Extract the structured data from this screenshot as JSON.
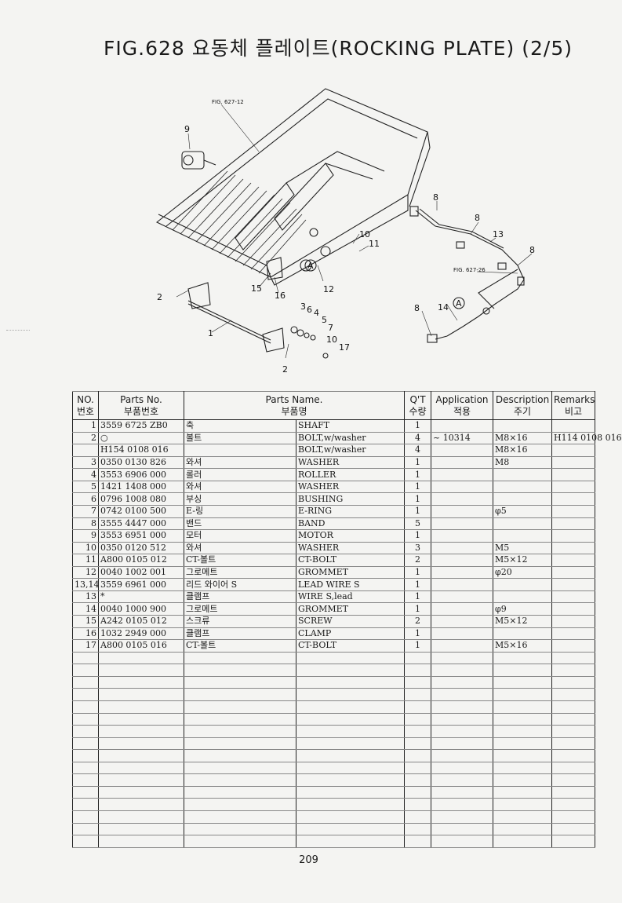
{
  "title": "FIG.628 요동체 플레이트(ROCKING PLATE) (2/5)",
  "diagram": {
    "refs": {
      "top": "FIG. 627-12",
      "right": "FIG. 627-26"
    },
    "callouts": [
      "9",
      "10",
      "11",
      "A",
      "12",
      "15",
      "16",
      "2",
      "1",
      "3",
      "6",
      "4",
      "5",
      "7",
      "10",
      "17",
      "2",
      "8",
      "8",
      "13",
      "8",
      "8",
      "14",
      "A"
    ]
  },
  "table": {
    "headers": {
      "no": [
        "NO.",
        "번호"
      ],
      "parts_no": [
        "Parts No.",
        "부품번호"
      ],
      "parts_name": [
        "Parts Name.",
        "부품명"
      ],
      "qty": [
        "Q'T",
        "수량"
      ],
      "application": [
        "Application",
        "적용"
      ],
      "description": [
        "Description",
        "주기"
      ],
      "remarks": [
        "Remarks",
        "비고"
      ]
    },
    "rows": [
      {
        "no": "1",
        "parts_no": "3559 6725 ZB0",
        "name_kr": "축",
        "name_en": "SHAFT",
        "qty": "1",
        "app": "",
        "desc": "",
        "rem": ""
      },
      {
        "no": "2",
        "parts_no": "○",
        "name_kr": "볼트",
        "name_en": "BOLT,w/washer",
        "qty": "4",
        "app": "~ 10314",
        "desc": "M8×16",
        "rem": "H114 0108 016"
      },
      {
        "no": "",
        "parts_no": "H154 0108 016",
        "name_kr": "",
        "name_en": "BOLT,w/washer",
        "qty": "4",
        "app": "",
        "desc": "M8×16",
        "rem": ""
      },
      {
        "no": "3",
        "parts_no": "0350 0130 826",
        "name_kr": "와셔",
        "name_en": "WASHER",
        "qty": "1",
        "app": "",
        "desc": "M8",
        "rem": ""
      },
      {
        "no": "4",
        "parts_no": "3553 6906 000",
        "name_kr": "롤러",
        "name_en": "ROLLER",
        "qty": "1",
        "app": "",
        "desc": "",
        "rem": ""
      },
      {
        "no": "5",
        "parts_no": "1421 1408 000",
        "name_kr": "와셔",
        "name_en": "WASHER",
        "qty": "1",
        "app": "",
        "desc": "",
        "rem": ""
      },
      {
        "no": "6",
        "parts_no": "0796 1008 080",
        "name_kr": "부싱",
        "name_en": "BUSHING",
        "qty": "1",
        "app": "",
        "desc": "",
        "rem": ""
      },
      {
        "no": "7",
        "parts_no": "0742 0100 500",
        "name_kr": "E-링",
        "name_en": "E-RING",
        "qty": "1",
        "app": "",
        "desc": "φ5",
        "rem": ""
      },
      {
        "no": "8",
        "parts_no": "3555 4447 000",
        "name_kr": "밴드",
        "name_en": "BAND",
        "qty": "5",
        "app": "",
        "desc": "",
        "rem": ""
      },
      {
        "no": "9",
        "parts_no": "3553 6951 000",
        "name_kr": "모터",
        "name_en": "MOTOR",
        "qty": "1",
        "app": "",
        "desc": "",
        "rem": ""
      },
      {
        "no": "10",
        "parts_no": "0350 0120 512",
        "name_kr": "와셔",
        "name_en": "WASHER",
        "qty": "3",
        "app": "",
        "desc": "M5",
        "rem": ""
      },
      {
        "no": "11",
        "parts_no": "A800 0105 012",
        "name_kr": "CT-볼트",
        "name_en": "CT-BOLT",
        "qty": "2",
        "app": "",
        "desc": "M5×12",
        "rem": ""
      },
      {
        "no": "12",
        "parts_no": "0040 1002 001",
        "name_kr": "그로메트",
        "name_en": "GROMMET",
        "qty": "1",
        "app": "",
        "desc": "φ20",
        "rem": ""
      },
      {
        "no": "13,14",
        "parts_no": "3559 6961 000",
        "name_kr": "리드 와이어 S",
        "name_en": "LEAD WIRE S",
        "qty": "1",
        "app": "",
        "desc": "",
        "rem": ""
      },
      {
        "no": "13",
        "parts_no": "*",
        "name_kr": "클램프",
        "name_en": "WIRE S,lead",
        "qty": "1",
        "app": "",
        "desc": "",
        "rem": ""
      },
      {
        "no": "14",
        "parts_no": "0040 1000 900",
        "name_kr": "그로메트",
        "name_en": "GROMMET",
        "qty": "1",
        "app": "",
        "desc": "φ9",
        "rem": ""
      },
      {
        "no": "15",
        "parts_no": "A242 0105 012",
        "name_kr": "스크류",
        "name_en": "SCREW",
        "qty": "2",
        "app": "",
        "desc": "M5×12",
        "rem": ""
      },
      {
        "no": "16",
        "parts_no": "1032 2949 000",
        "name_kr": "클램프",
        "name_en": "CLAMP",
        "qty": "1",
        "app": "",
        "desc": "",
        "rem": ""
      },
      {
        "no": "17",
        "parts_no": "A800 0105 016",
        "name_kr": "CT-볼트",
        "name_en": "CT-BOLT",
        "qty": "1",
        "app": "",
        "desc": "M5×16",
        "rem": ""
      }
    ]
  },
  "page_number": "209"
}
